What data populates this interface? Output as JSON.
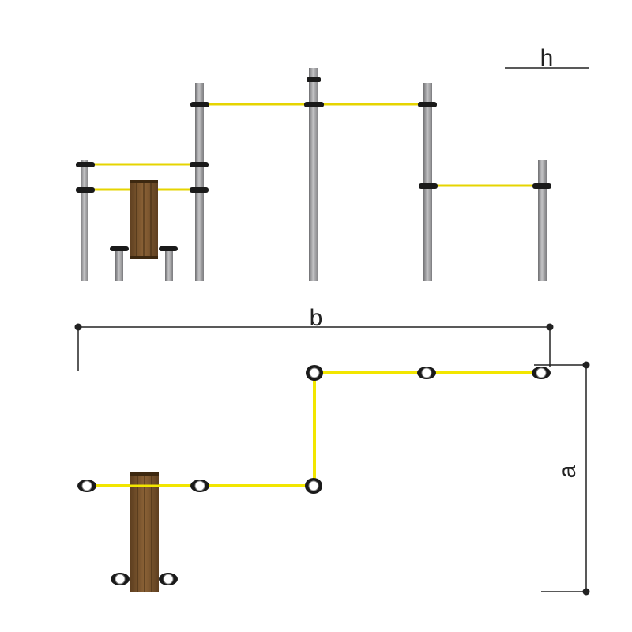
{
  "dimensions": {
    "height_label": "h",
    "width_label": "b",
    "depth_label": "a"
  },
  "colors": {
    "post": "#9a9a9c",
    "bar": "#f2e600",
    "clamp": "#1a1a1a",
    "bench": "#7a5530",
    "dimension_line": "#222222",
    "background": "#ffffff"
  },
  "views": {
    "front_elevation": "front-elevation",
    "top_plan": "top-plan"
  }
}
